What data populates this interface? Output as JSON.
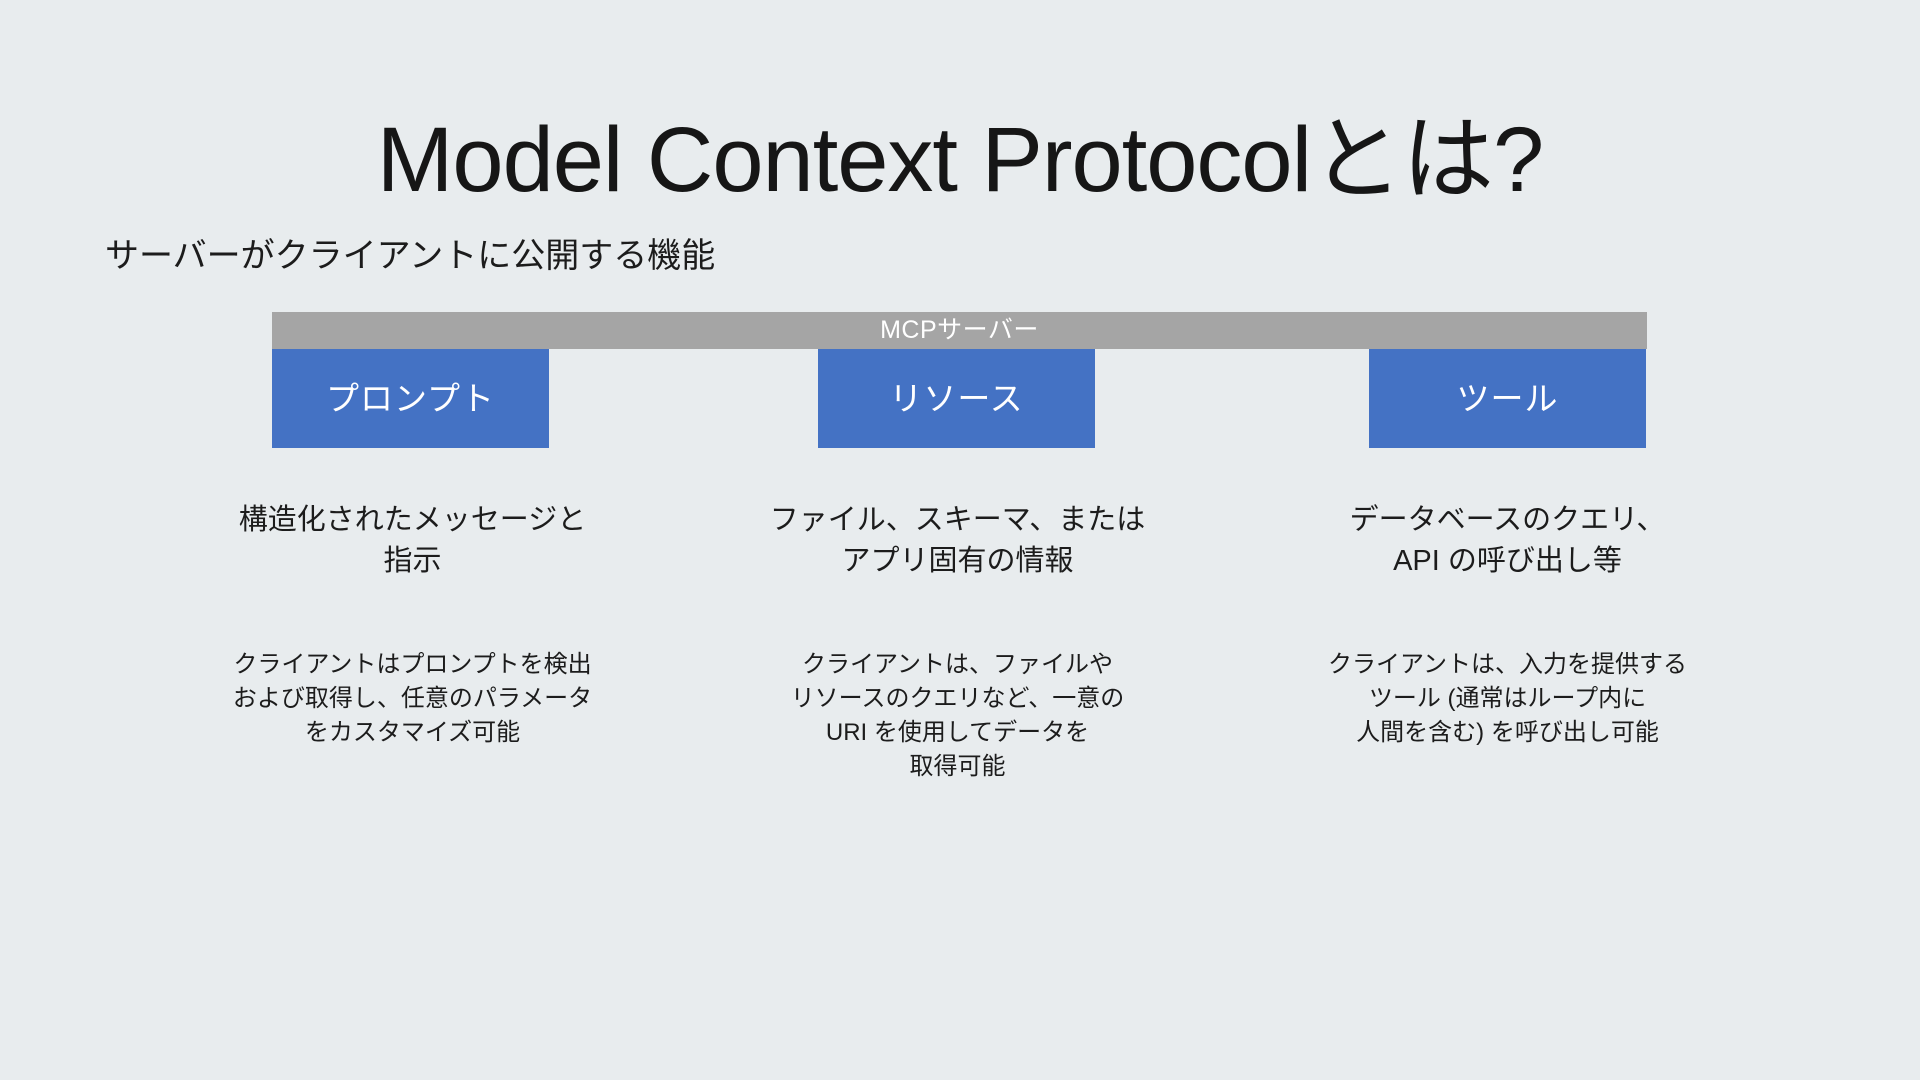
{
  "slide": {
    "title": "Model Context Protocolとは?",
    "subtitle": "サーバーがクライアントに公開する機能",
    "background_color": "#e8ecee",
    "server_bar": {
      "label": "MCPサーバー",
      "color": "#a5a5a5",
      "text_color": "#ffffff"
    },
    "box_color": "#4472c4",
    "box_text_color": "#ffffff",
    "columns": [
      {
        "box_label": "プロンプト",
        "headline_lines": [
          "構造化されたメッセージと",
          "指示"
        ],
        "body_lines": [
          "クライアントはプロンプトを検出",
          "および取得し、任意のパラメータ",
          "をカスタマイズ可能"
        ]
      },
      {
        "box_label": "リソース",
        "headline_lines": [
          "ファイル、スキーマ、または",
          "アプリ固有の情報"
        ],
        "body_lines": [
          "クライアントは、ファイルや",
          "リソースのクエリなど、一意の",
          "URI を使用してデータを",
          "取得可能"
        ]
      },
      {
        "box_label": "ツール",
        "headline_lines": [
          "データベースのクエリ、",
          "API の呼び出し等"
        ],
        "body_lines": [
          "クライアントは、入力を提供する",
          "ツール (通常はループ内に",
          "人間を含む) を呼び出し可能"
        ]
      }
    ]
  }
}
